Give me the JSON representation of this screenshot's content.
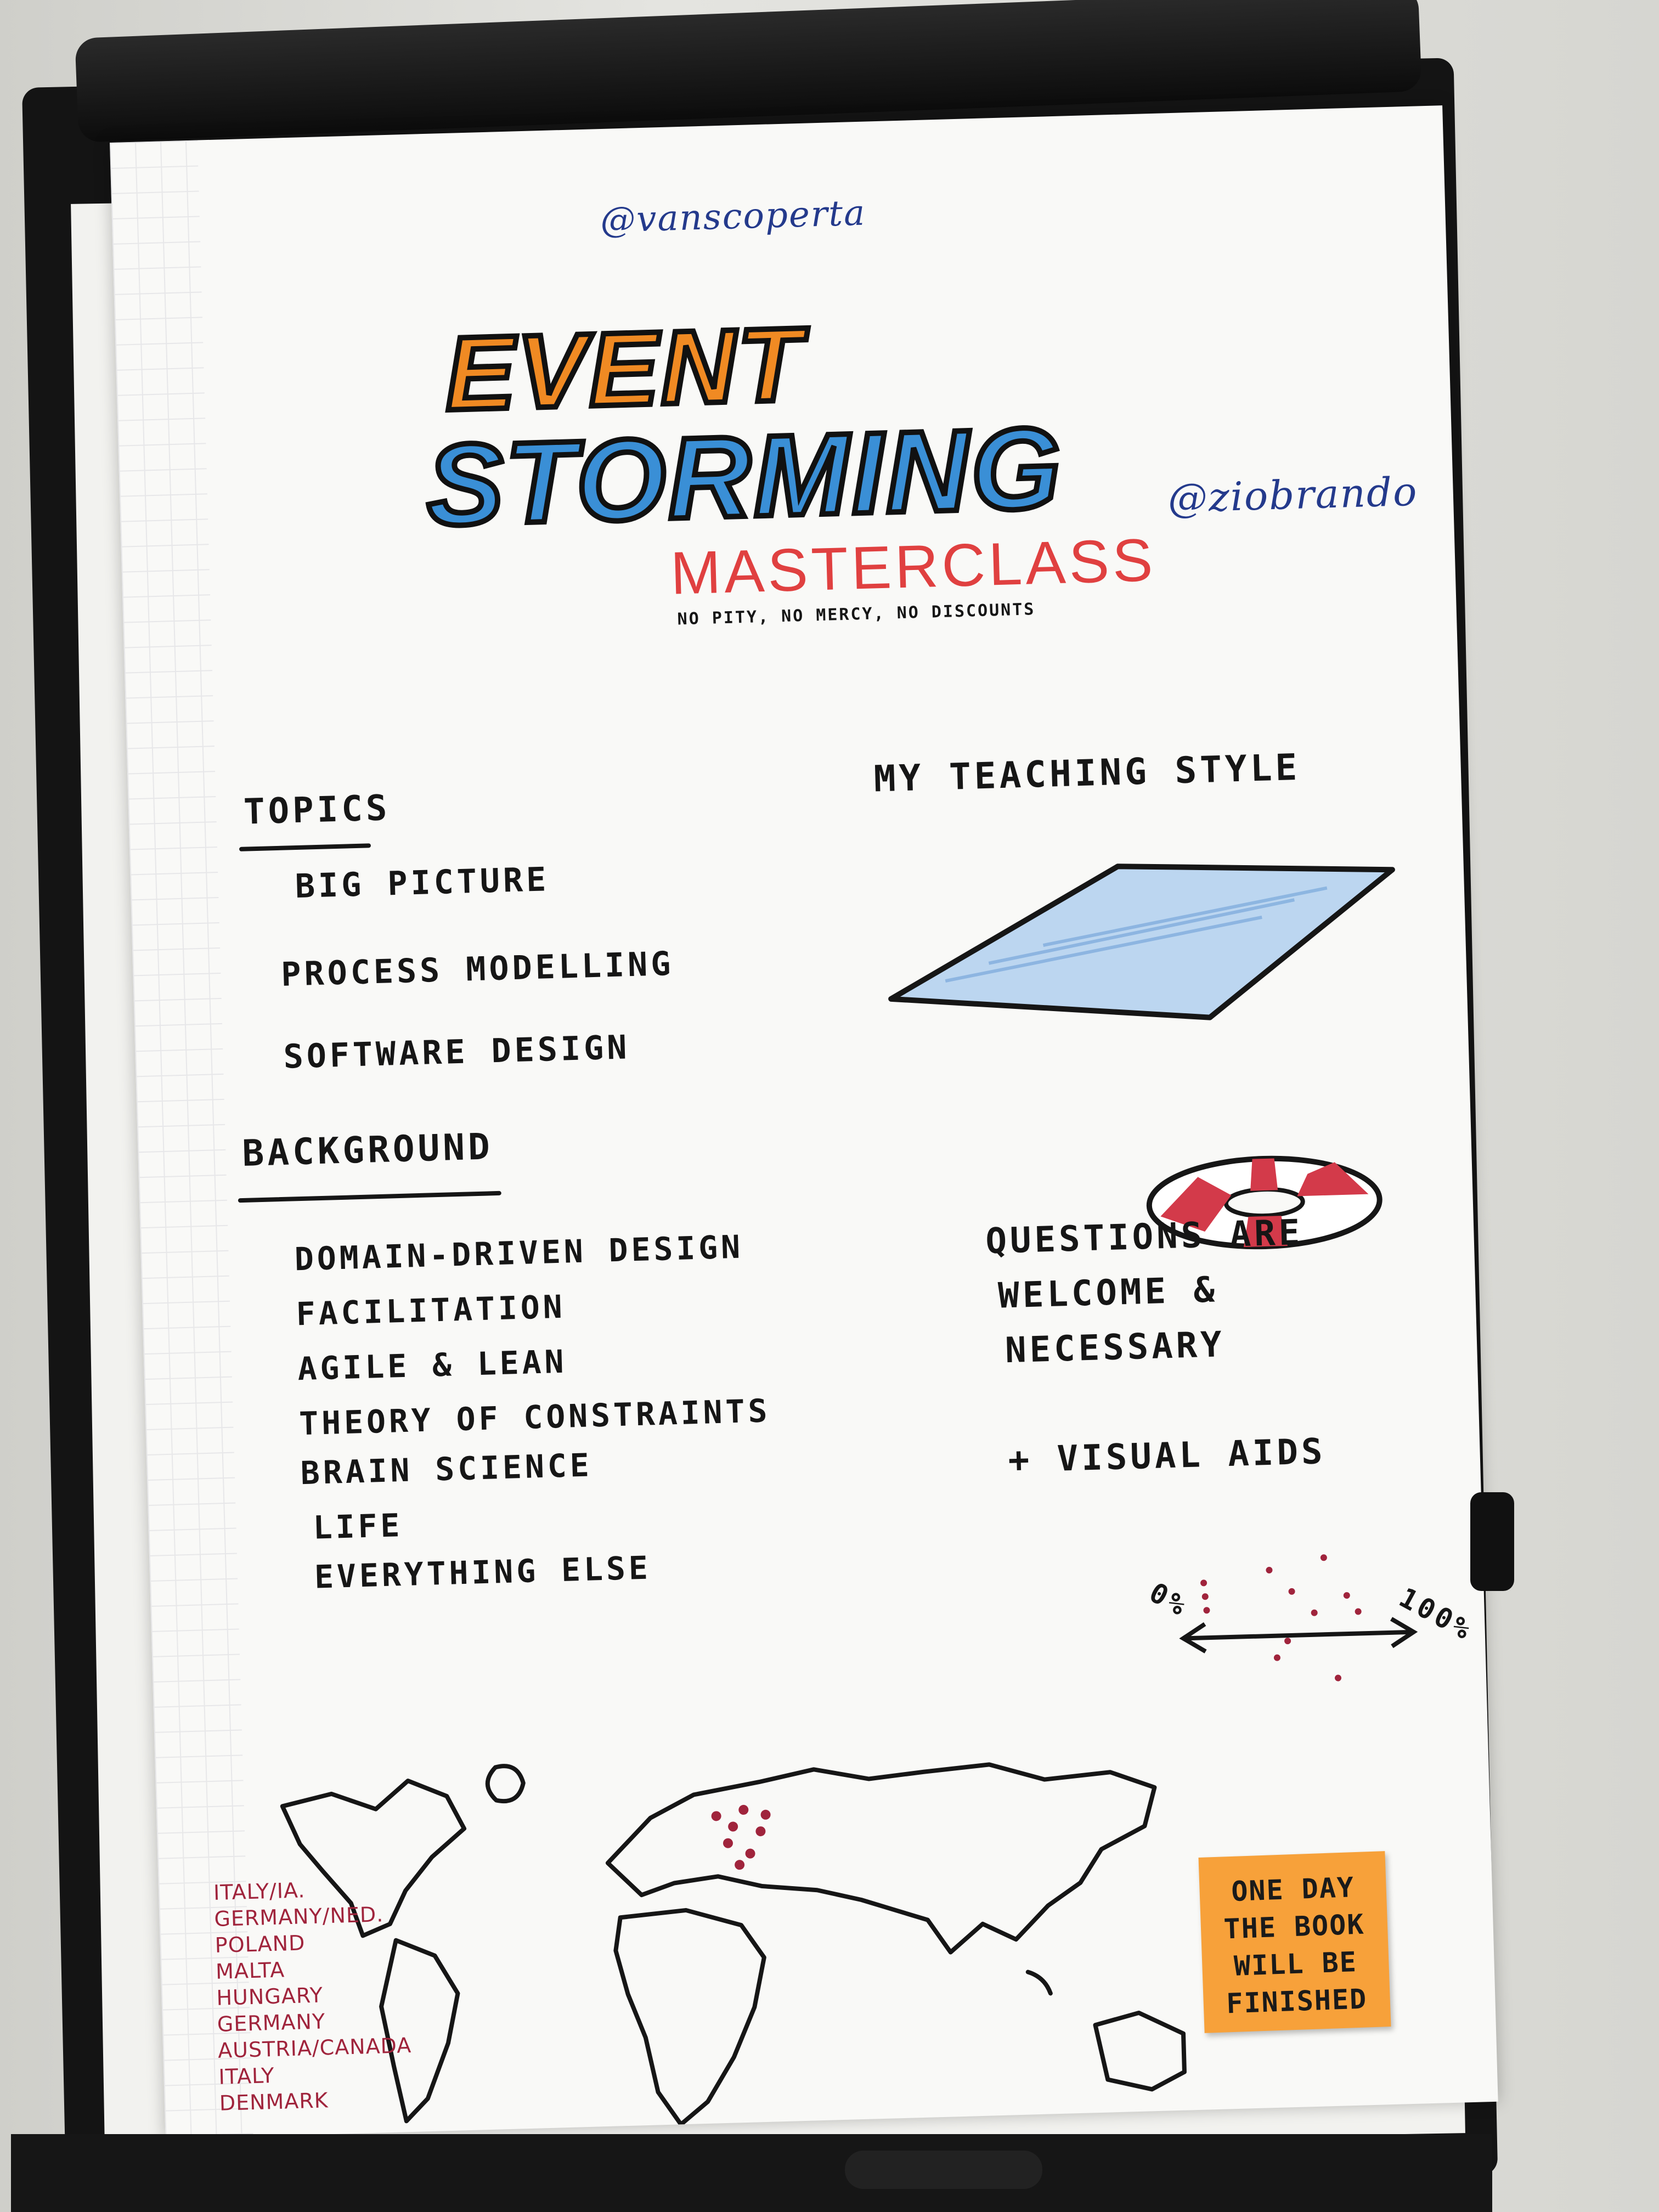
{
  "header": {
    "handle_top": "@vanscoperta",
    "handle_right": "@ziobrando"
  },
  "title": {
    "line1": "EVENT",
    "line2": "STORMING",
    "line3": "MASTERCLASS",
    "tagline": "NO PITY, NO MERCY, NO DISCOUNTS"
  },
  "topics": {
    "heading": "TOPICS",
    "items": [
      "BIG PICTURE",
      "PROCESS MODELLING",
      "SOFTWARE DESIGN"
    ]
  },
  "background": {
    "heading": "BACKGROUND",
    "items": [
      "DOMAIN-DRIVEN DESIGN",
      "FACILITATION",
      "AGILE & LEAN",
      "THEORY OF CONSTRAINTS",
      "BRAIN SCIENCE",
      "LIFE",
      "EVERYTHING ELSE"
    ]
  },
  "teaching_style": {
    "heading": "MY TEACHING STYLE",
    "questions": [
      "QUESTIONS ARE",
      "WELCOME &",
      "NECESSARY"
    ],
    "visual_aids": "+ VISUAL AIDS"
  },
  "scale": {
    "left_label": "0%",
    "right_label": "100%"
  },
  "countries": [
    "ITALY/IA.",
    "GERMANY/NED.",
    "POLAND",
    "MALTA",
    "HUNGARY",
    "GERMANY",
    "AUSTRIA/CANADA",
    "ITALY",
    "DENMARK"
  ],
  "sticky_note": {
    "lines": [
      "ONE DAY",
      "THE BOOK",
      "WILL BE",
      "FINISHED"
    ],
    "color": "#f7a13a"
  },
  "colors": {
    "event_orange": "#f08a23",
    "storming_blue": "#3a8fd6",
    "masterclass_red": "#e04040",
    "marker_black": "#161616",
    "note_red": "#a0243c"
  }
}
